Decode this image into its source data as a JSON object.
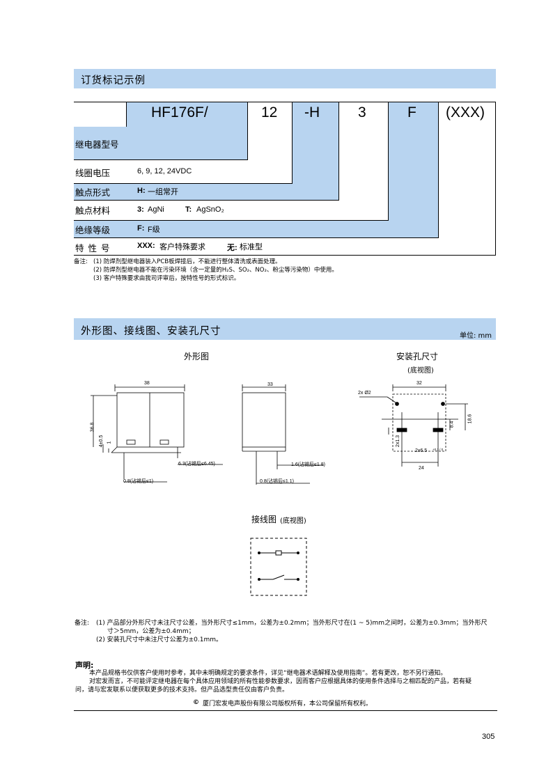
{
  "ordering": {
    "title": "订货标记示例",
    "codes": [
      "HF176F/",
      "12",
      "-H",
      "3",
      "F",
      "(XXX)"
    ],
    "rows": [
      {
        "label": "继电器型号",
        "key": "",
        "value": ""
      },
      {
        "label": "线圈电压",
        "key": "",
        "value": "6, 9, 12, 24VDC"
      },
      {
        "label": "触点形式",
        "key": "H:",
        "value": "一组常开"
      },
      {
        "label": "触点材料",
        "key": "3:",
        "value": "AgNi",
        "key2": "T:",
        "value2": "AgSnO₂"
      },
      {
        "label": "绝缘等级",
        "key": "F:",
        "value": "F级"
      },
      {
        "label": "特 性 号",
        "key": "XXX:",
        "value": "客户特殊要求",
        "key2": "无:",
        "value2": "标准型"
      }
    ],
    "notes": {
      "prefix": "备注:",
      "items": [
        "(1)  防焊剂型继电器装入PCB板焊接后，不能进行整体清洗或表面处理。",
        "(2)  防焊剂型继电器不能在污染环境（含一定量的H₂S、SO₂、NO₂、粉尘等污染物）中使用。",
        "(3)  客户特殊要求由我司评审后，按特性号的形式标识。"
      ]
    }
  },
  "dimensions": {
    "title": "外形图、接线图、安装孔尺寸",
    "unit": "单位: mm",
    "outline_caption": "外形图",
    "mounting_caption": "安装孔尺寸",
    "mounting_sub": "(底视图)",
    "wiring_caption": "接线图",
    "wiring_sub": "(底视图)",
    "front_labels": {
      "width": "38",
      "height": "36.8",
      "a": "4±0.5",
      "b": "1",
      "pin": "6.3(沾锡后≤6.45)",
      "lead": "0.8(沾锡后≤1)"
    },
    "side_labels": {
      "width": "33",
      "pin": "1.6(沾锡后≤1.8)",
      "lead": "0.8(沾锡后≤1.1)"
    },
    "hole_labels": {
      "holes": "2x Ø2",
      "w": "32",
      "h1": "8.4",
      "h2": "18.6",
      "slot_h": "2x1.3",
      "slot_w": "2x6.5",
      "tol": "+0.1 / 0",
      "pitch": "24"
    },
    "notes": {
      "prefix": "备注:",
      "items": [
        "(1)  产品部分外形尺寸未注尺寸公差，当外形尺寸≤1mm，公差为±0.2mm；当外形尺寸在(1 ~ 5)mm之间时，公差为±0.3mm；当外形尺",
        "寸＞5mm，公差为±0.4mm；",
        "(2)  安装孔尺寸中未注尺寸公差为±0.1mm。"
      ]
    }
  },
  "declaration": {
    "title": "声明:",
    "lines": [
      "本产品规格书仅供客户使用时参考，其中未明确规定的要求条件，详见“继电器术语解释及使用指南”。若有更改，恕不另行通知。",
      "对宏发而言，不可能评定继电器在每个具体应用领域的所有性能参数要求，因而客户应根据具体的使用条件选择与之相匹配的产品，若有疑",
      "问，请与宏发联系以便获取更多的技术支持。但产品选型责任仅由客户负责。"
    ],
    "copyright": "厦门宏发电声股份有限公司版权所有，本公司保留所有权利。"
  },
  "page_number": "305"
}
